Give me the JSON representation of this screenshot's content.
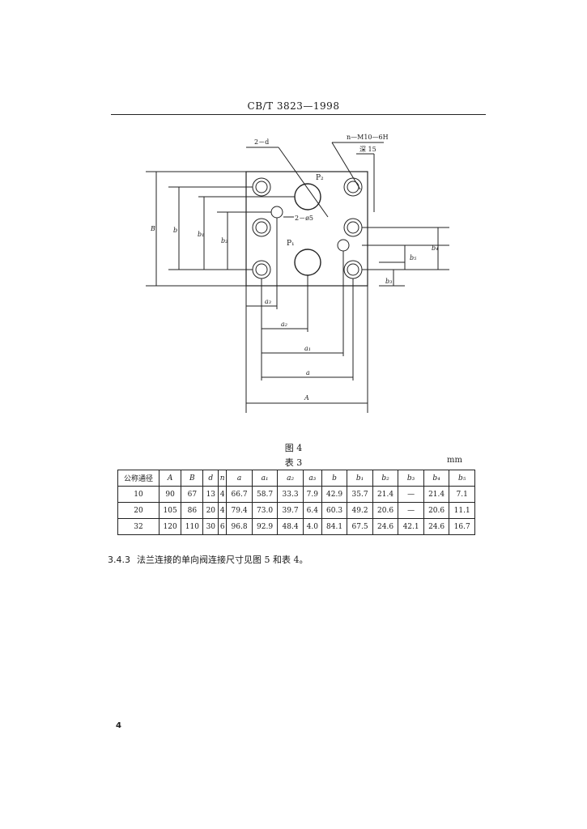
{
  "header": {
    "standard": "CB/T  3823—1998"
  },
  "figure": {
    "caption": "图 4",
    "labels": {
      "d_callout": "2－d",
      "thread_callout": "n—M10—6H",
      "depth_callout": "深 15",
      "small_hole": "2－ø5",
      "port_p2": "P₂",
      "port_p1": "P₁",
      "B": "B",
      "b": "b",
      "b1": "b₁",
      "b2": "b₂",
      "b3": "b₃",
      "b4": "b₄",
      "b5": "b₅",
      "a3": "a₃",
      "a2": "a₂",
      "a1": "a₁",
      "a": "a",
      "A": "A"
    }
  },
  "table": {
    "caption": "表 3",
    "unit": "mm",
    "headers": [
      "公称通径",
      "A",
      "B",
      "d",
      "n",
      "a",
      "a₁",
      "a₂",
      "a₃",
      "b",
      "b₁",
      "b₂",
      "b₃",
      "b₄",
      "b₅"
    ],
    "rows": [
      [
        "10",
        "90",
        "67",
        "13",
        "4",
        "66.7",
        "58.7",
        "33.3",
        "7.9",
        "42.9",
        "35.7",
        "21.4",
        "—",
        "21.4",
        "7.1"
      ],
      [
        "20",
        "105",
        "86",
        "20",
        "4",
        "79.4",
        "73.0",
        "39.7",
        "6.4",
        "60.3",
        "49.2",
        "20.6",
        "—",
        "20.6",
        "11.1"
      ],
      [
        "32",
        "120",
        "110",
        "30",
        "6",
        "96.8",
        "92.9",
        "48.4",
        "4.0",
        "84.1",
        "67.5",
        "24.6",
        "42.1",
        "24.6",
        "16.7"
      ]
    ]
  },
  "paragraph": {
    "number": "3.4.3",
    "text": "法兰连接的单向阀连接尺寸见图 5 和表 4。"
  },
  "page_number": "4"
}
